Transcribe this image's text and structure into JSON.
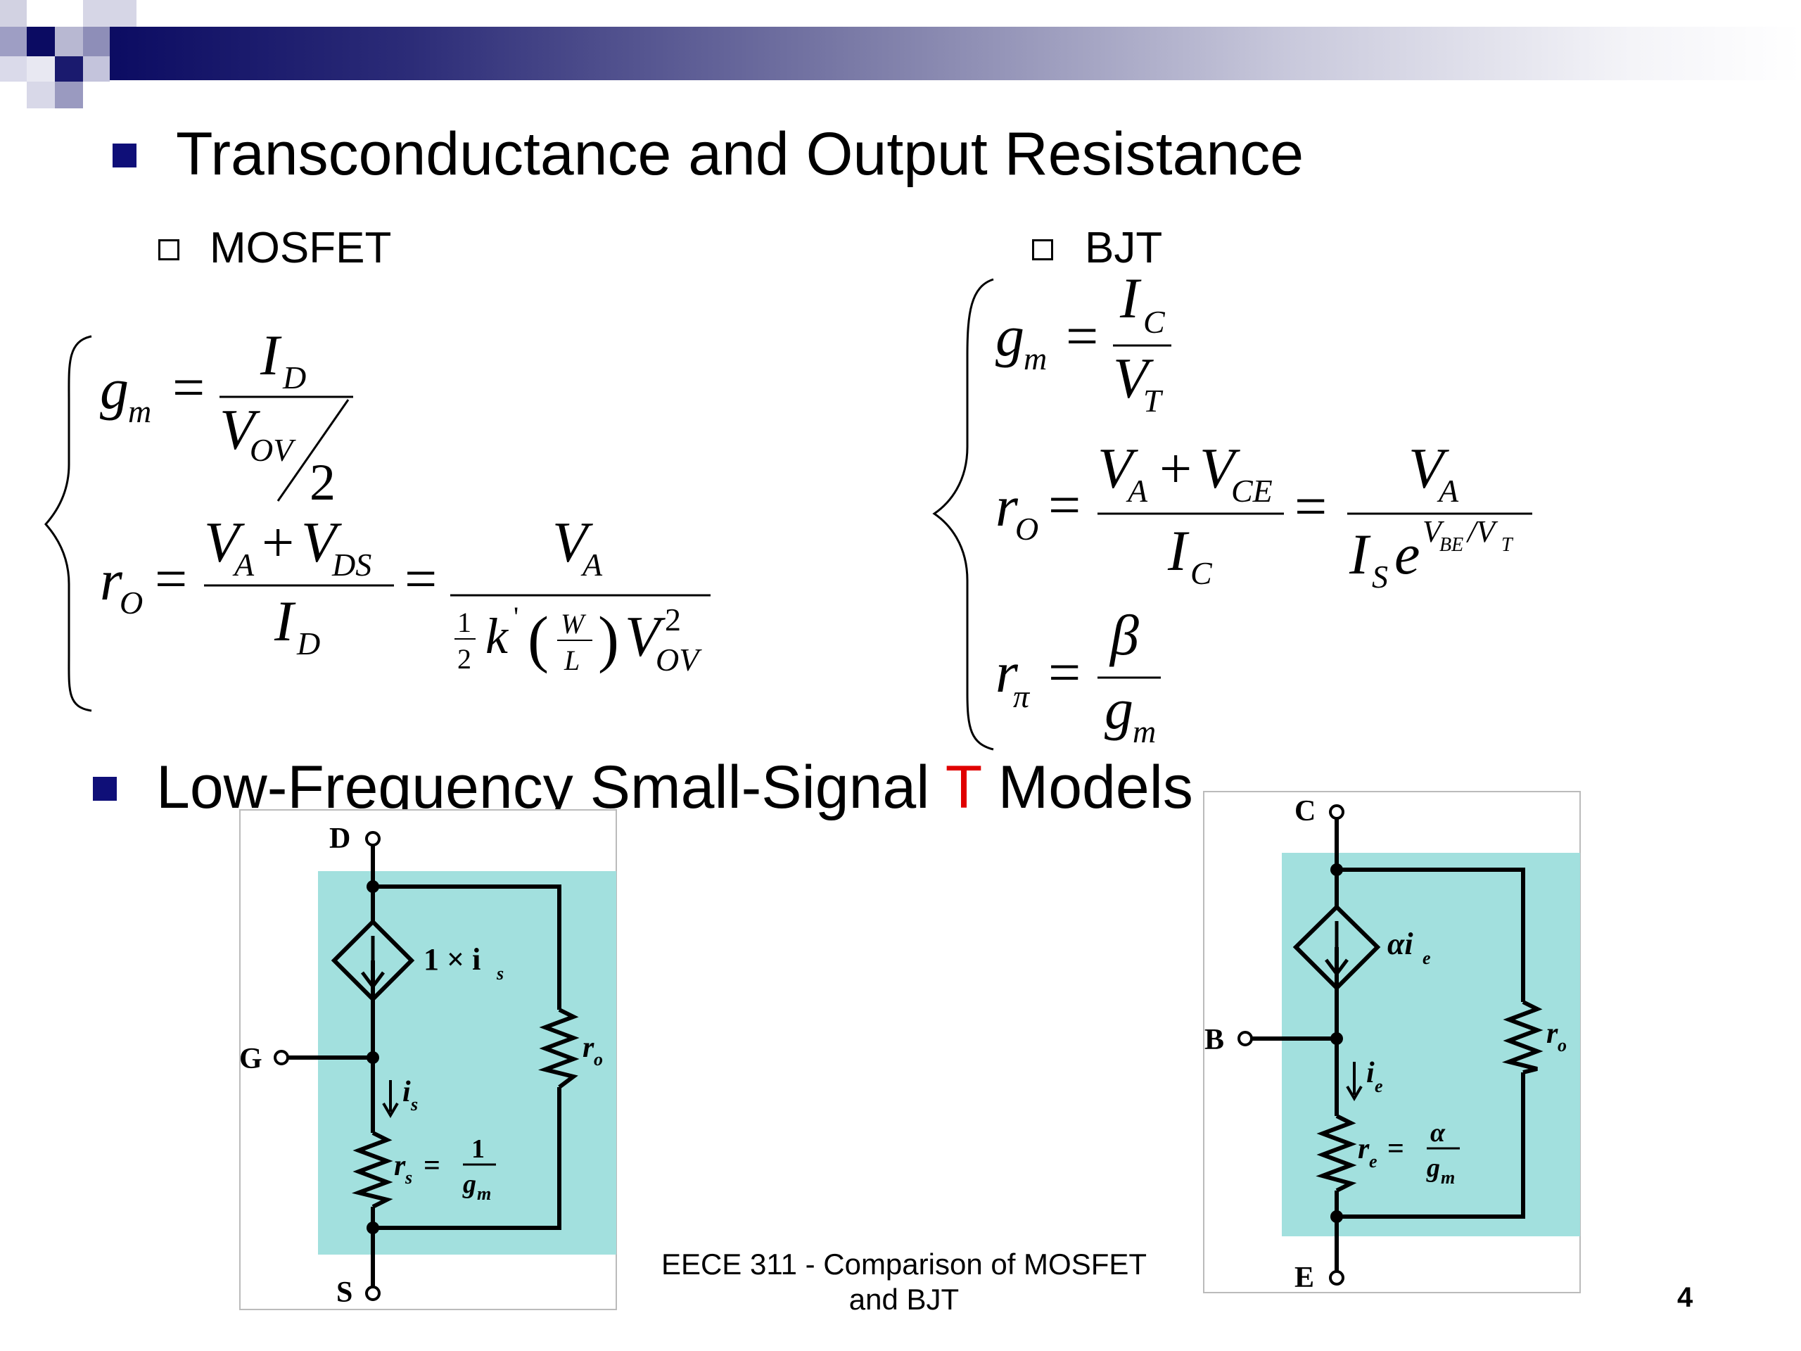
{
  "slide": {
    "title": "Transconductance and Output Resistance",
    "section2_title_part1": "Low-Frequency Small-Signal ",
    "section2_title_highlight": "T",
    "section2_title_part2": " Models",
    "footer_line1": "EECE 311 - Comparison of MOSFET",
    "footer_line2": "and BJT",
    "page_number": "4"
  },
  "mosfet": {
    "label": "MOSFET",
    "eq_gm_lhs": "g",
    "eq_gm_lhs_sub": "m",
    "eq_gm_num": "I",
    "eq_gm_num_sub": "D",
    "eq_gm_den": "V",
    "eq_gm_den_sub": "OV",
    "eq_gm_den_div": "2",
    "eq_ro_lhs": "r",
    "eq_ro_lhs_sub": "O",
    "eq_ro_num1": "V",
    "eq_ro_num1_sub": "A",
    "eq_ro_plus": "+",
    "eq_ro_num2": "V",
    "eq_ro_num2_sub": "DS",
    "eq_ro_den": "I",
    "eq_ro_den_sub": "D",
    "eq_ro_num3": "V",
    "eq_ro_num3_sub": "A",
    "eq_ro_half_num": "1",
    "eq_ro_half_den": "2",
    "eq_ro_k": "k",
    "eq_ro_kprime": "'",
    "eq_ro_W": "W",
    "eq_ro_L": "L",
    "eq_ro_vov": "V",
    "eq_ro_vov_sup": "2",
    "eq_ro_vov_sub": "OV",
    "eq_equals": "=",
    "circuit": {
      "drain": "D",
      "gate": "G",
      "source": "S",
      "source_label": "1 × i",
      "source_label_sub": "s",
      "is_label": "i",
      "is_label_sub": "s",
      "rs_label": "r",
      "rs_label_sub": "s",
      "rs_eq": "=",
      "rs_num": "1",
      "rs_den": "g",
      "rs_den_sub": "m",
      "ro_label": "r",
      "ro_label_sub": "o",
      "fill_color": "#a2e0de"
    }
  },
  "bjt": {
    "label": "BJT",
    "eq_gm_lhs": "g",
    "eq_gm_lhs_sub": "m",
    "eq_gm_num": "I",
    "eq_gm_num_sub": "C",
    "eq_gm_den": "V",
    "eq_gm_den_sub": "T",
    "eq_ro_lhs": "r",
    "eq_ro_lhs_sub": "O",
    "eq_ro_num1": "V",
    "eq_ro_num1_sub": "A",
    "eq_ro_plus": "+",
    "eq_ro_num2": "V",
    "eq_ro_num2_sub": "CE",
    "eq_ro_den": "I",
    "eq_ro_den_sub": "C",
    "eq_ro_num3": "V",
    "eq_ro_num3_sub": "A",
    "eq_ro_den2": "I",
    "eq_ro_den2_sub": "S",
    "eq_ro_e": "e",
    "eq_ro_exp": "V",
    "eq_ro_exp_sub": "BE",
    "eq_ro_exp_slash": "/V",
    "eq_ro_exp_sub2": "T",
    "eq_rpi_lhs": "r",
    "eq_rpi_lhs_sub": "π",
    "eq_rpi_num": "β",
    "eq_rpi_den": "g",
    "eq_rpi_den_sub": "m",
    "eq_equals": "=",
    "circuit": {
      "collector": "C",
      "base": "B",
      "emitter": "E",
      "source_label": "αi",
      "source_label_sub": "e",
      "ie_label": "i",
      "ie_label_sub": "e",
      "re_label": "r",
      "re_label_sub": "e",
      "re_eq": "=",
      "re_num": "α",
      "re_den": "g",
      "re_den_sub": "m",
      "ro_label": "r",
      "ro_label_sub": "o",
      "fill_color": "#a2e0de"
    }
  },
  "colors": {
    "bullet": "#0f0f78",
    "accent_red": "#e00000",
    "banner_dark": "#0b0b62"
  }
}
